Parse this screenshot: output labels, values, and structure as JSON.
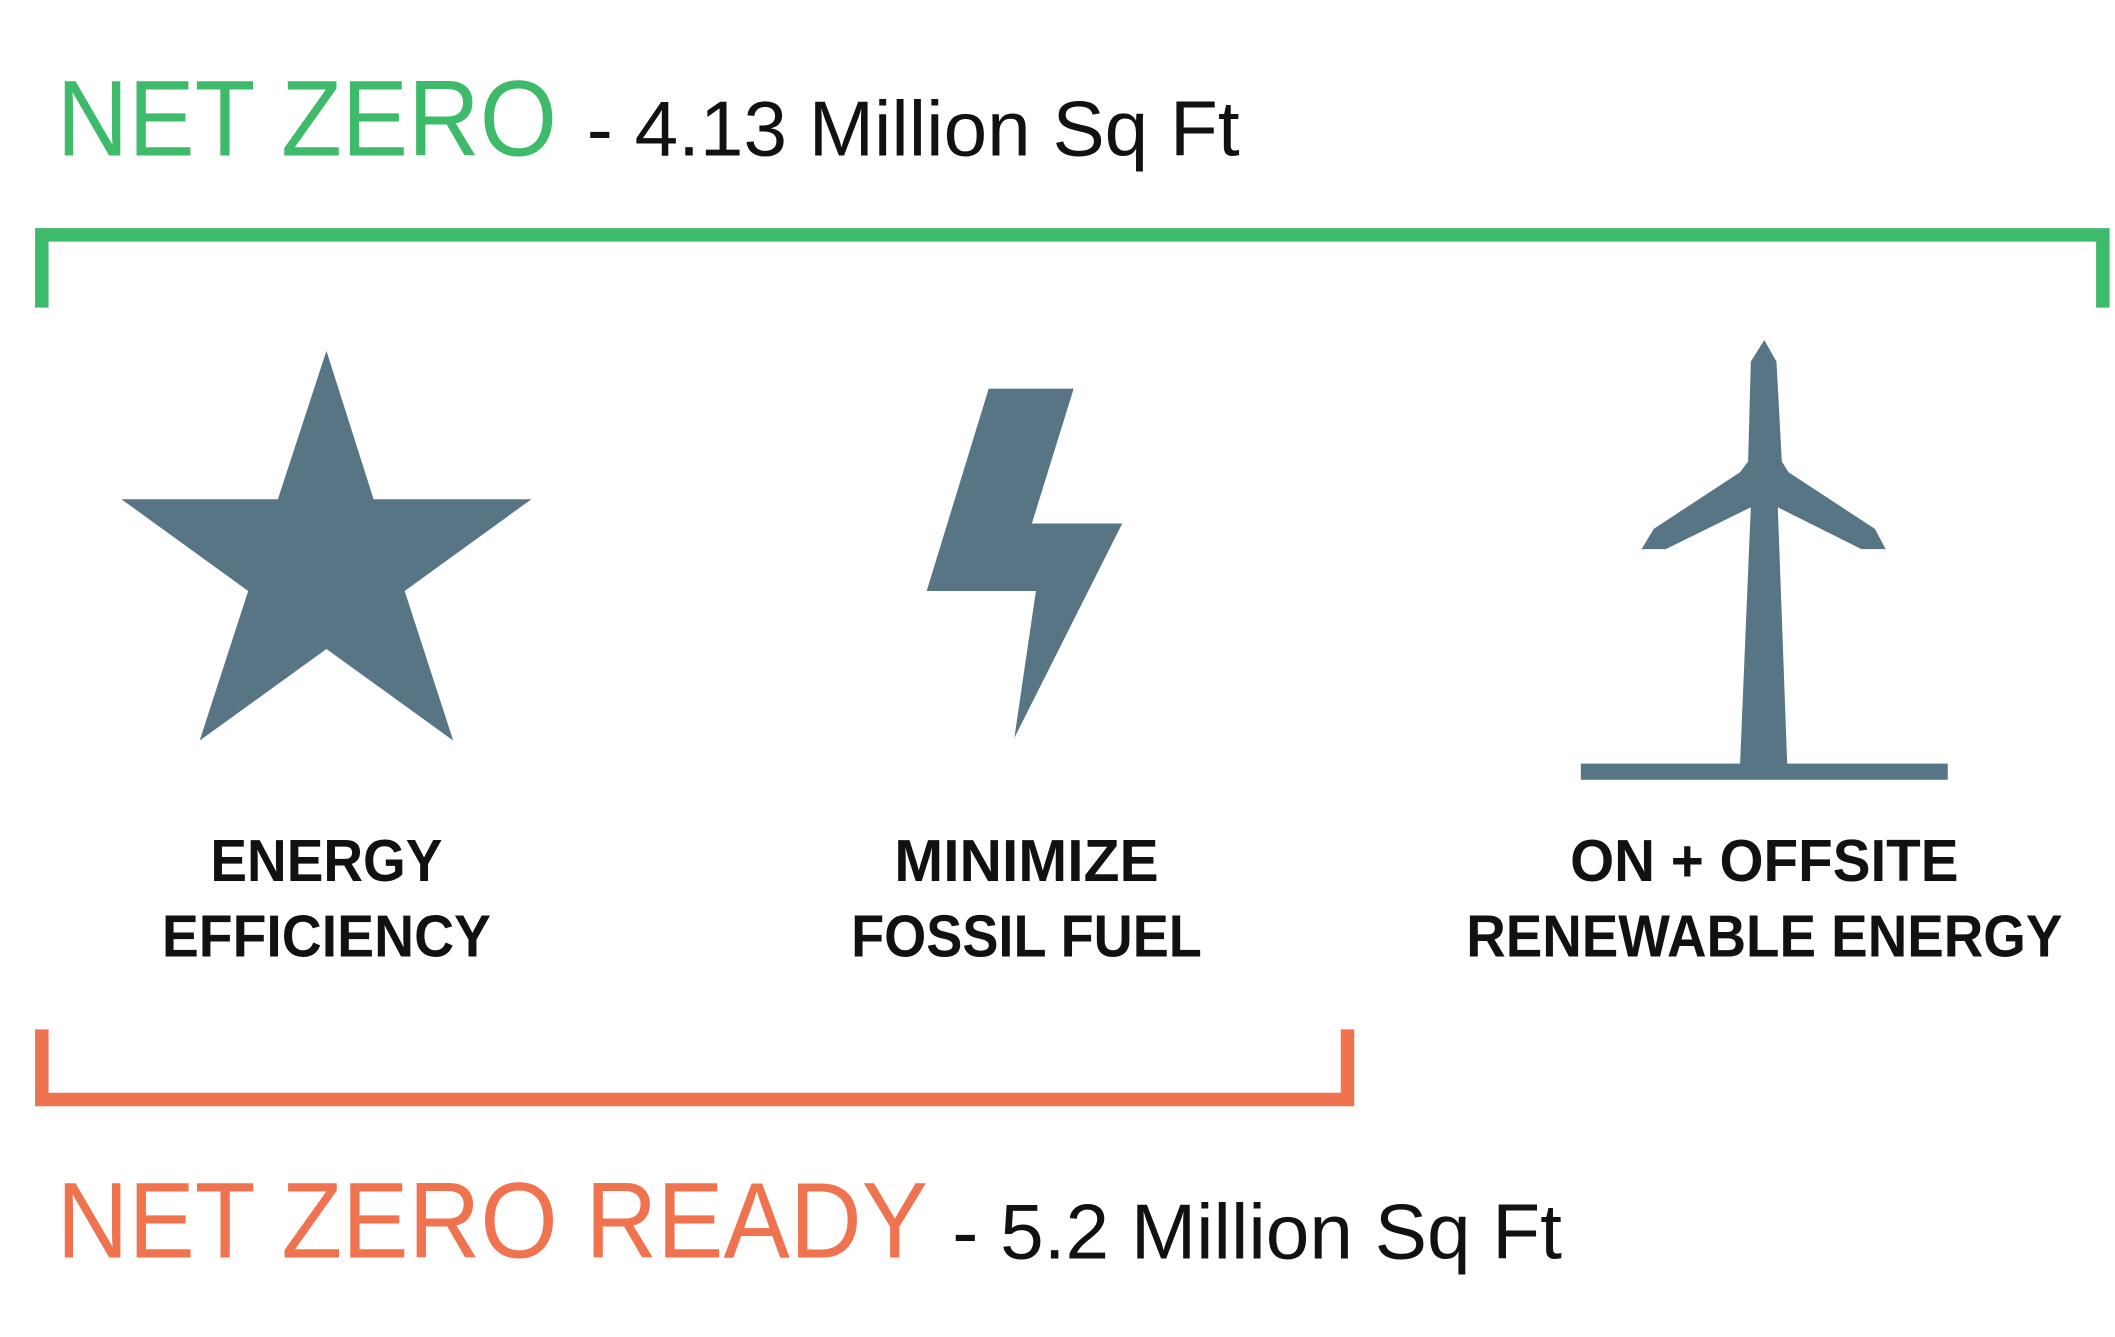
{
  "net_zero": {
    "title": "NET ZERO",
    "detail": "- 4.13 Million Sq Ft",
    "color": "#3dba6a"
  },
  "net_zero_ready": {
    "title": "NET ZERO READY",
    "detail": "- 5.2 Million Sq Ft",
    "color": "#f07350"
  },
  "icon_color": "#587585",
  "pillars": [
    {
      "icon": "star-icon",
      "line1": "ENERGY",
      "line2": "EFFICIENCY"
    },
    {
      "icon": "lightning-bolt-icon",
      "line1": "MINIMIZE",
      "line2": "FOSSIL FUEL"
    },
    {
      "icon": "wind-turbine-icon",
      "line1": "ON + OFFSITE",
      "line2": "RENEWABLE ENERGY"
    }
  ]
}
